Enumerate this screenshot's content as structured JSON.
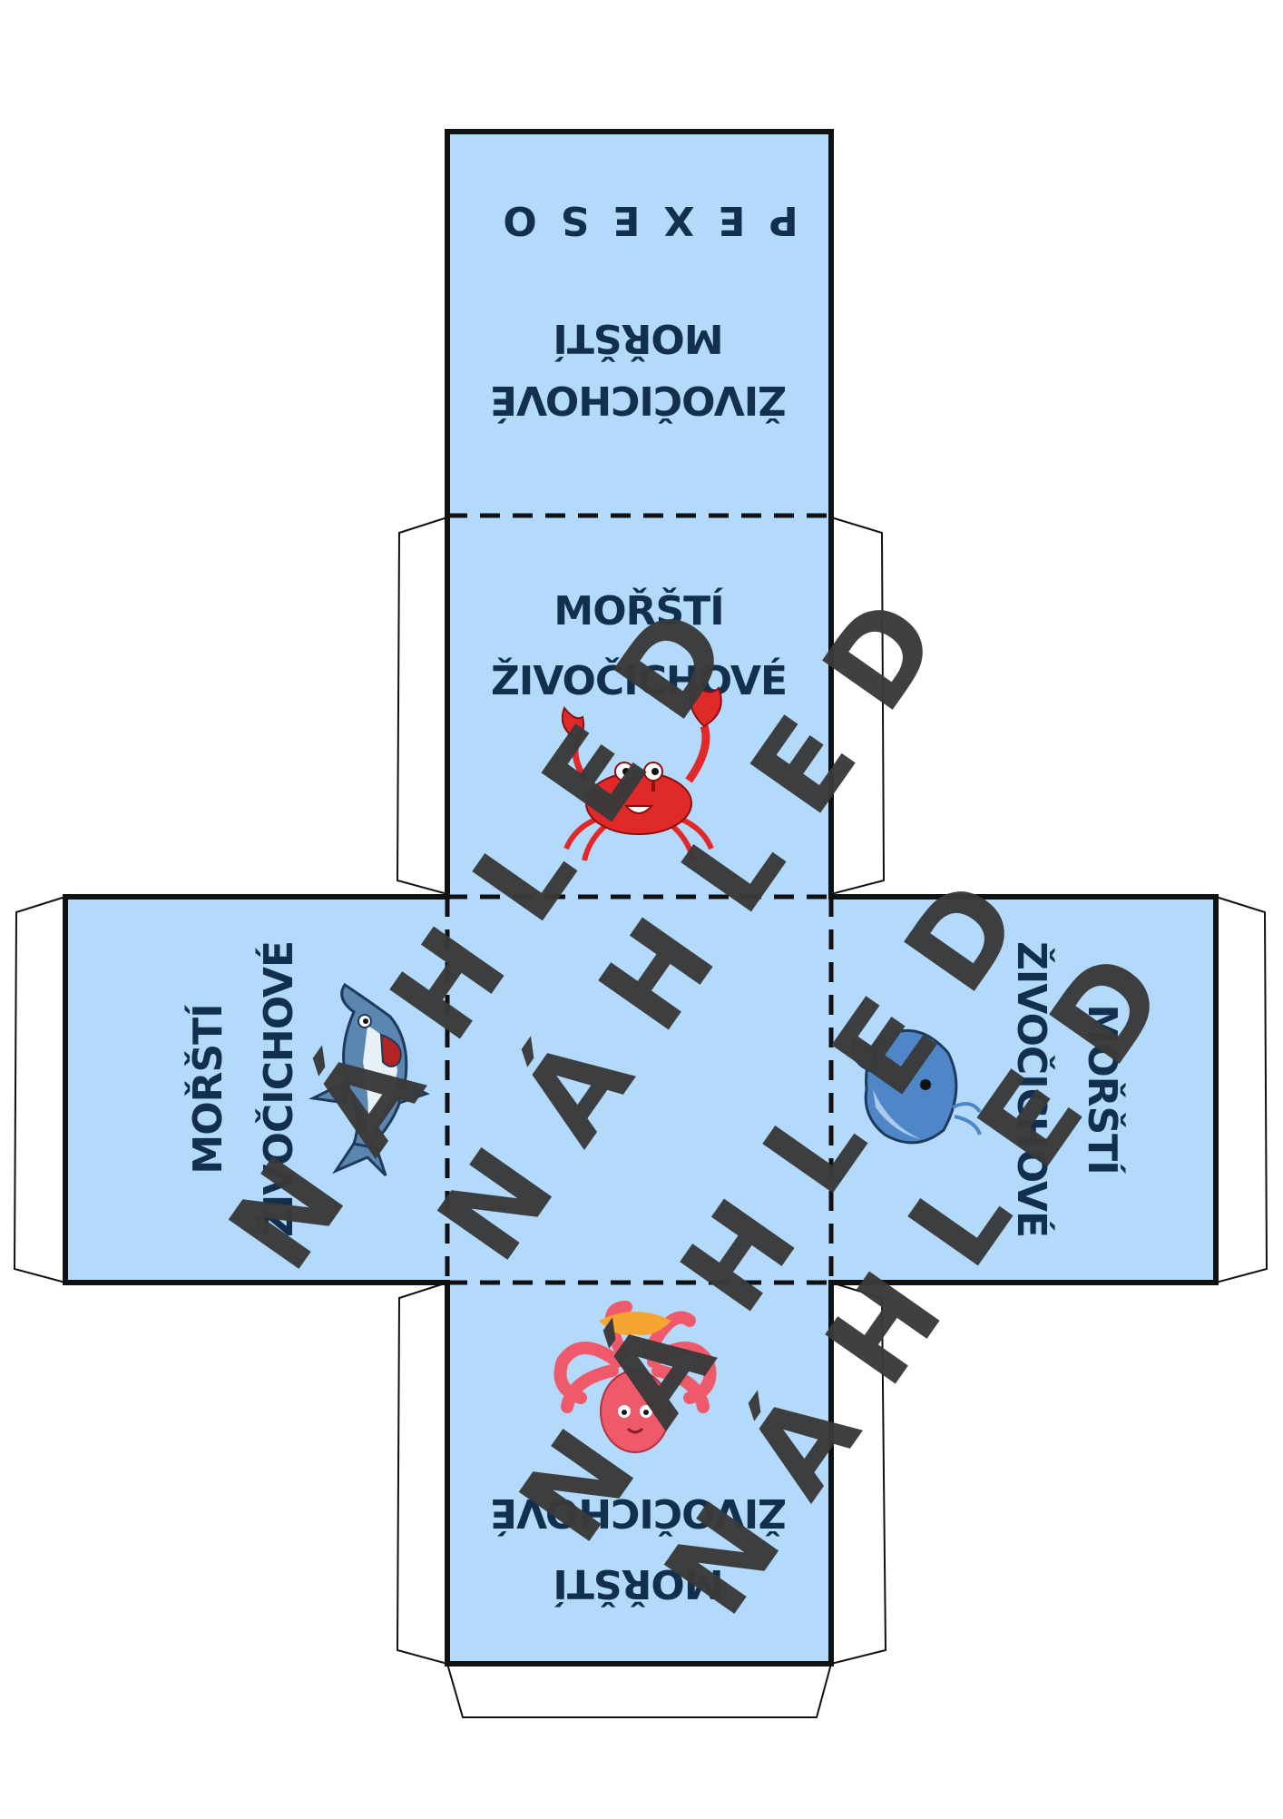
{
  "faces": {
    "top": {
      "title": "PEXESO",
      "line1": "MOŘŠTÍ",
      "line2": "ŽIVOČICHOVÉ"
    },
    "crab": {
      "line1": "MOŘŠTÍ",
      "line2": "ŽIVOČICHOVÉ",
      "icon": "crab-icon"
    },
    "shark": {
      "line1": "MOŘŠTÍ",
      "line2": "ŽIVOČICHOVÉ",
      "icon": "shark-icon"
    },
    "whale": {
      "line1": "MOŘŠTÍ",
      "line2": "ŽIVOČICHOVÉ",
      "icon": "whale-icon"
    },
    "octopus": {
      "line1": "MOŘŠTÍ",
      "line2": "ŽIVOČICHOVÉ",
      "icon": "octopus-icon"
    }
  },
  "watermark": {
    "lines": [
      "NÁHLED",
      "NÁHLED",
      "NÁHLED",
      "NÁHLED"
    ]
  },
  "colors": {
    "face": "#b3d9fb",
    "text": "#12304d",
    "watermark": "#3a3a3a",
    "crab": "#e02a2a",
    "shark": "#5b86b0",
    "whale": "#4f86c8",
    "octopus": "#ef5a6a"
  }
}
